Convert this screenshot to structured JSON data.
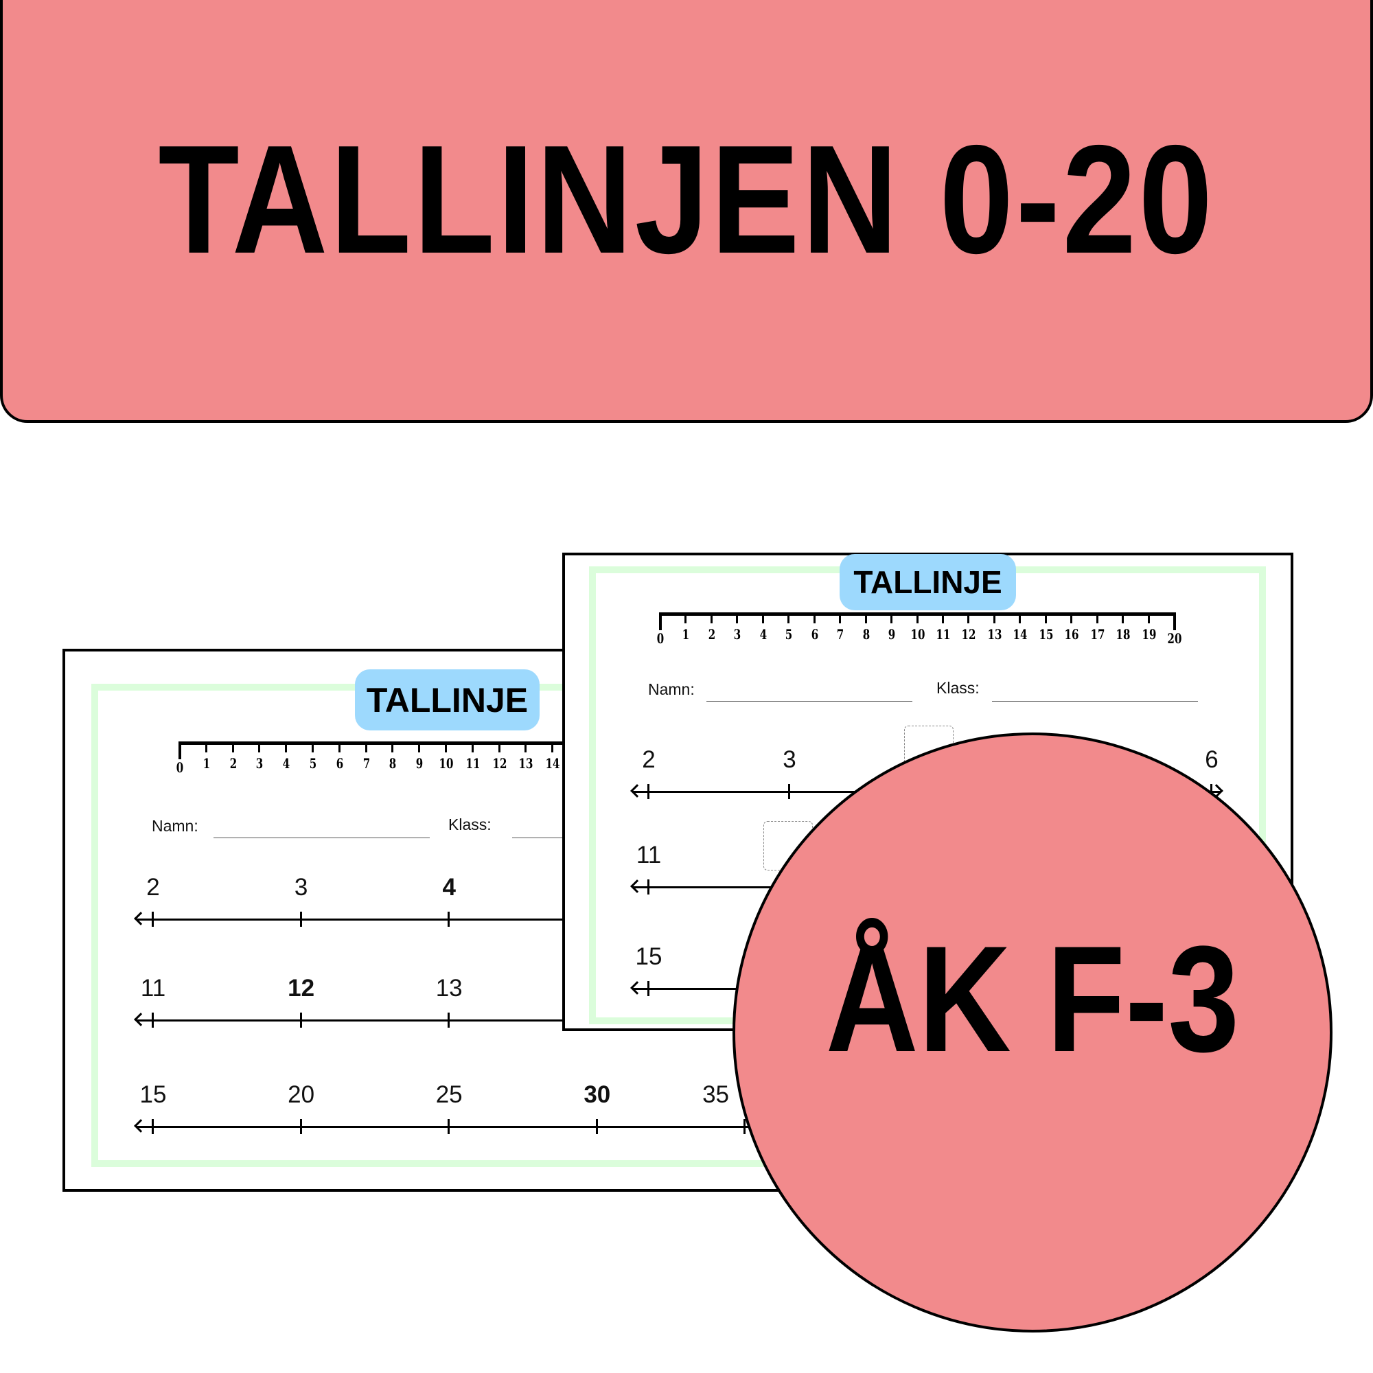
{
  "banner": {
    "title": "TALLINJEN 0-20",
    "color": "#F28A8C"
  },
  "worksheet": {
    "badge": "TALLINJE",
    "ruler_labels": [
      "0",
      "1",
      "2",
      "3",
      "4",
      "5",
      "6",
      "7",
      "8",
      "9",
      "10",
      "11",
      "12",
      "13",
      "14",
      "15",
      "16",
      "17",
      "18",
      "19",
      "20"
    ],
    "name_label": "Namn:",
    "class_label": "Klass:"
  },
  "back_sheet": {
    "rows": [
      {
        "labels": [
          "2",
          "3",
          "4"
        ],
        "bold": [
          2
        ]
      },
      {
        "labels": [
          "11",
          "12",
          "13"
        ],
        "bold": [
          1
        ]
      },
      {
        "labels": [
          "15",
          "20",
          "25",
          "30",
          "35"
        ],
        "bold": [
          3
        ]
      }
    ]
  },
  "front_sheet": {
    "rows": [
      {
        "labels": [
          "2",
          "3",
          "",
          "",
          "6"
        ],
        "boxes": [
          2
        ]
      },
      {
        "labels": [
          "11"
        ],
        "boxes": [
          1
        ]
      },
      {
        "labels": [
          "15"
        ],
        "boxes": []
      }
    ]
  },
  "badge_circle": {
    "text": "ÅK F-3"
  },
  "colors": {
    "pink": "#F28A8C",
    "blue": "#9DD9FD",
    "green": "#DBFDDB"
  }
}
